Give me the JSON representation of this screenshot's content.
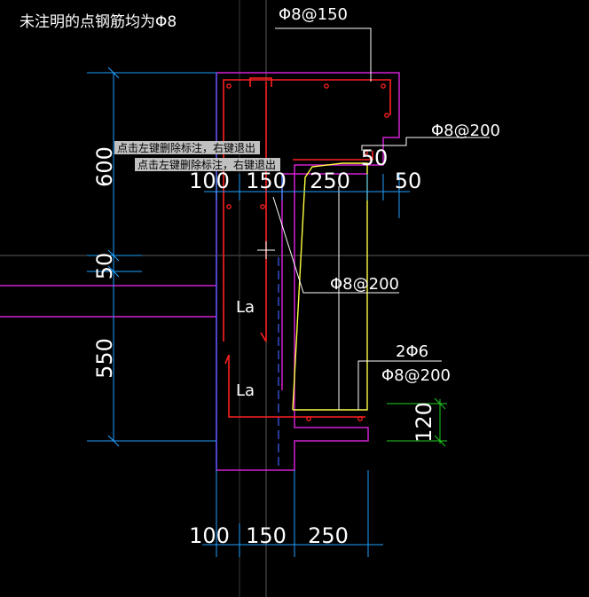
{
  "note": "未注明的点钢筋均为Φ8",
  "tooltips": [
    "点击左键删除标注，右键退出",
    "点击左键删除标注，右键退出"
  ],
  "rebar_labels": {
    "top": "Φ8@150",
    "right_upper": "Φ8@200",
    "middle": "Φ8@200",
    "lower_a": "2Φ6",
    "lower_b": "Φ8@200"
  },
  "anchorage_labels": [
    "La",
    "La"
  ],
  "dims_vertical": [
    "600",
    "50",
    "550",
    "120"
  ],
  "dims_top_row": [
    "100",
    "150",
    "250",
    "50"
  ],
  "dim_small": "50",
  "dims_bottom_row": [
    "100",
    "150",
    "250"
  ],
  "colors": {
    "background": "#000000",
    "concrete_outline": "#d020d0",
    "rebar": "#ff2020",
    "stirrup": "#ffff40",
    "dimension": "#20a0ff",
    "dimension_green": "#20d020",
    "leader": "#ffffff",
    "grid": "#606060"
  }
}
